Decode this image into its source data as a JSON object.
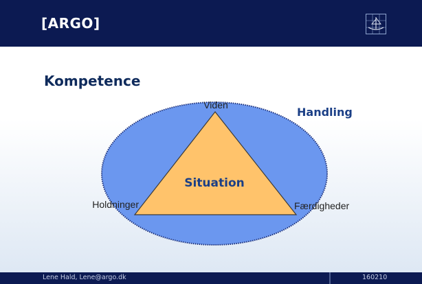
{
  "header": {
    "logo_text": "[ARGO]",
    "logo_icon": "ship-emblem-icon"
  },
  "title": "Kompetence",
  "diagram": {
    "outer_label": "Handling",
    "center_label": "Situation",
    "vertex_top": "Viden",
    "vertex_left": "Holdninger",
    "vertex_right": "Færdigheder",
    "colors": {
      "ellipse_fill": "#6b97ef",
      "ellipse_border": "#1b2f7a",
      "triangle_fill": "#ffc36b",
      "triangle_stroke": "#3a3a3a",
      "accent_text": "#1b3f86"
    }
  },
  "footer": {
    "author": "Lene Hald, Lene@argo.dk",
    "code": "160210"
  },
  "colors": {
    "header_bg": "#0c1a52",
    "title_text": "#0f2b5c"
  }
}
